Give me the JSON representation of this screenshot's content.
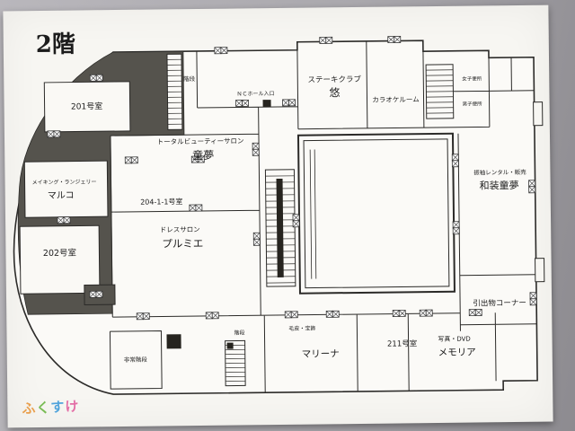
{
  "plan": {
    "floor_title": "2階",
    "colors": {
      "photo_background": "#a8a6ab",
      "paper": "#f7f6f2",
      "dark_zone": "#55534d",
      "line": "#2b2a28"
    },
    "rooms": {
      "room201": "201号室",
      "stairs_top": "階段",
      "nc_hall_entrance": "ＮＣホール入口",
      "steak_club": {
        "line1": "ステーキクラブ",
        "line2": "悠"
      },
      "karaoke": "カラオケルーム",
      "wc_women": "女子便所",
      "wc_men": "男子便所",
      "beauty_salon": {
        "line1": "トータルビューティーサロン",
        "line2": "童夢"
      },
      "making": {
        "line1": "メイキング・ランジェリー",
        "line2": "マルコ"
      },
      "room204": "204-1-1号室",
      "room202": "202号室",
      "dress_salon": {
        "line1": "ドレスサロン",
        "line2": "プルミエ"
      },
      "kimono": {
        "line1": "振袖レンタル・販売",
        "line2": "和装童夢"
      },
      "gift_corner": "引出物コーナー",
      "fur_jewelry": "毛皮・宝飾",
      "marina": "マリーナ",
      "room211": "211号室",
      "photo_dvd": {
        "line1": "写真・DVD",
        "line2": "メモリア"
      },
      "emergency_stairs": "非常階段",
      "stairs_bottom": "階段"
    },
    "watermark": {
      "text": "ふくすけ",
      "colors": [
        "#e8973c",
        "#6cb645",
        "#3f9bd9",
        "#e2609e"
      ]
    }
  }
}
